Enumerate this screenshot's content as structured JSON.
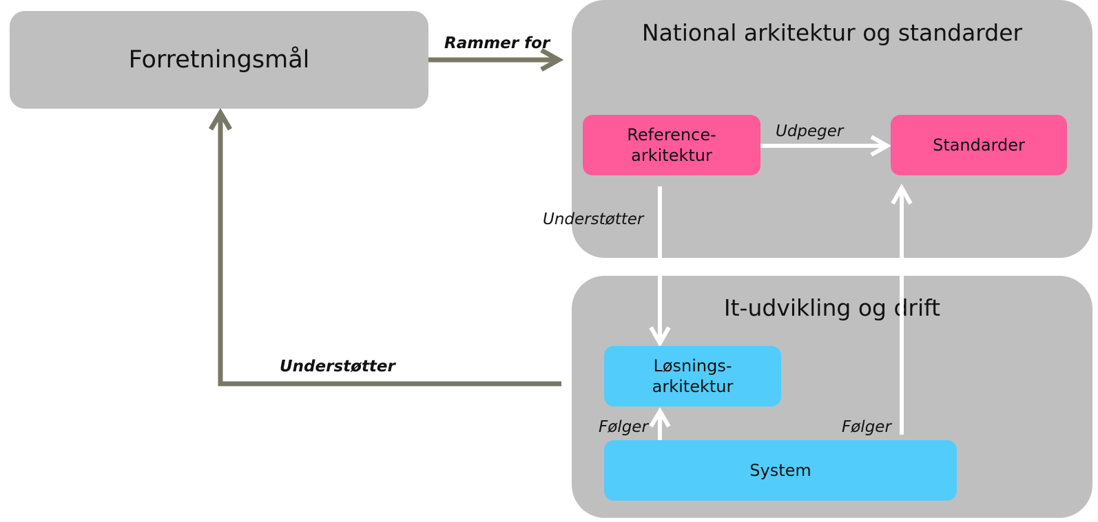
{
  "boxes": {
    "goal": "Forretningsmål",
    "national_title": "National arkitektur og standarder",
    "it_title": "It-udvikling og drift",
    "reference_line1": "Reference-",
    "reference_line2": "arkitektur",
    "standards": "Standarder",
    "solution_line1": "Løsnings-",
    "solution_line2": "arkitektur",
    "system": "System"
  },
  "edges": {
    "frames_for": "Rammer for",
    "designates": "Udpeger",
    "supports_ref_to_solution": "Understøtter",
    "supports_it_to_goal": "Understøtter",
    "follows_system_to_solution": "Følger",
    "follows_system_to_standards": "Følger"
  },
  "colors": {
    "panel_gray": "#bfbfbf",
    "pink_box": "#ff5a9a",
    "blue_box": "#52ccfa",
    "dark_arrow": "#787865",
    "white_arrow": "#ffffff"
  }
}
